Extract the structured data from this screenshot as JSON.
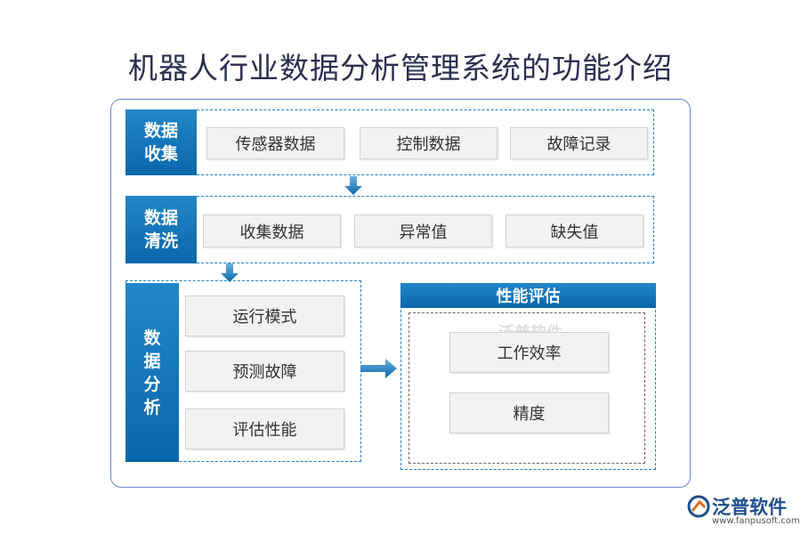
{
  "title": "机器人行业数据分析管理系统的功能介绍",
  "collect": {
    "label_line1": "数据",
    "label_line2": "收集",
    "items": [
      "传感器数据",
      "控制数据",
      "故障记录"
    ]
  },
  "clean": {
    "label_line1": "数据",
    "label_line2": "清洗",
    "items": [
      "收集数据",
      "异常值",
      "缺失值"
    ]
  },
  "analyze": {
    "label_chars": [
      "数",
      "据",
      "分",
      "析"
    ],
    "items": [
      "运行模式",
      "预测故障",
      "评估性能"
    ]
  },
  "evaluate": {
    "label": "性能评估",
    "items": [
      "工作效率",
      "精度"
    ]
  },
  "watermark": "泛普软件",
  "logo": {
    "name": "泛普软件",
    "url": "www.fanpusoft.com"
  },
  "colors": {
    "accent": "#0a66aa",
    "border": "#6b86c9"
  }
}
